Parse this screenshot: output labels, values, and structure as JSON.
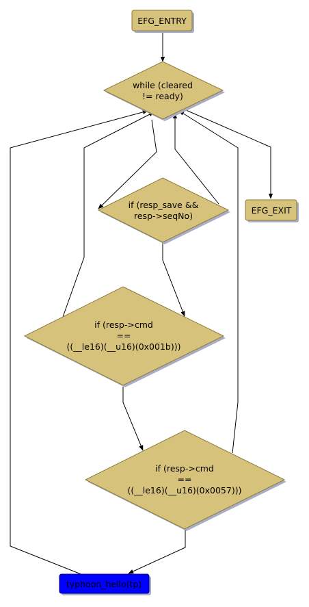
{
  "colors": {
    "node_fill": "#d7c27b",
    "node_stroke": "#8a7a3a",
    "shadow": "#a9aec8",
    "call_fill": "#0000ff",
    "edge": "#000000"
  },
  "nodes": {
    "entry": {
      "lines": [
        "EFG_ENTRY"
      ]
    },
    "while": {
      "lines": [
        "while (cleared",
        "!= ready)"
      ]
    },
    "exit": {
      "lines": [
        "EFG_EXIT"
      ]
    },
    "if_seq": {
      "lines": [
        "if (resp_save &&",
        "resp->seqNo)"
      ]
    },
    "if_cmd1b": {
      "lines": [
        "if (resp->cmd",
        "==",
        "((__le16)(__u16)(0x001b)))"
      ]
    },
    "if_cmd57": {
      "lines": [
        "if (resp->cmd",
        "==",
        "((__le16)(__u16)(0x0057)))"
      ]
    },
    "call": {
      "lines": [
        "typhoon_hello(tp)"
      ]
    }
  }
}
